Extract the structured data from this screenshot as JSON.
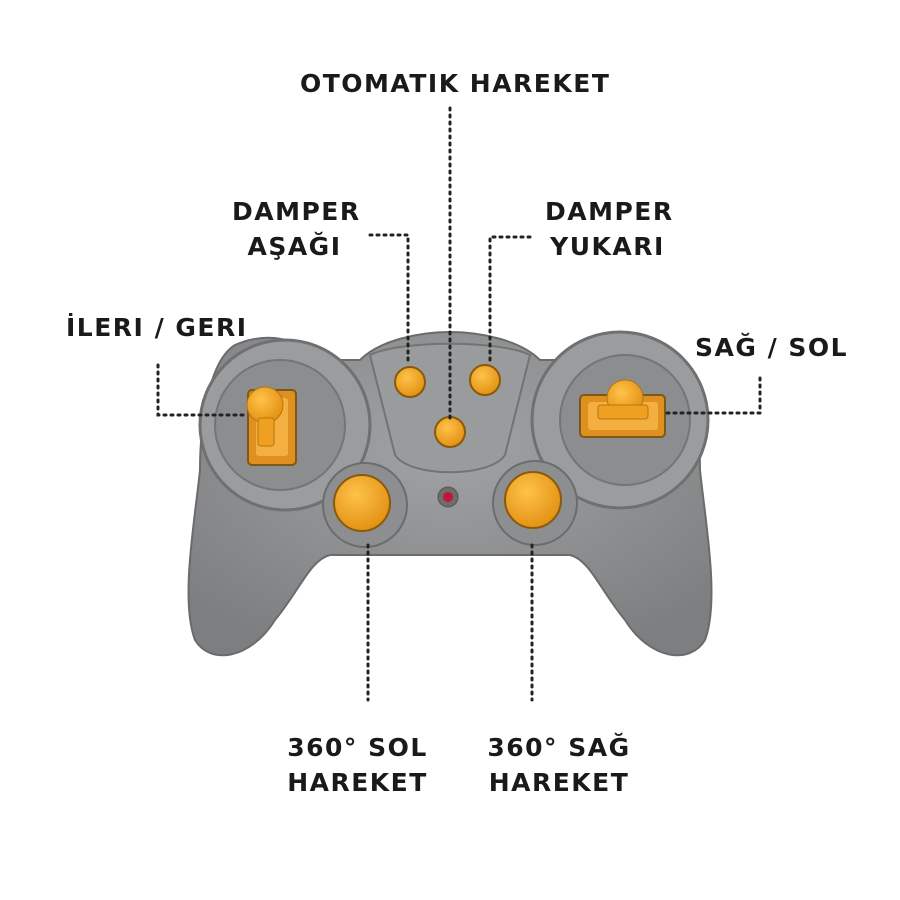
{
  "labels": {
    "otomatik": {
      "line1": "OTOMATIK HAREKET"
    },
    "damper_asagi": {
      "line1": "DAMPER",
      "line2": "AŞAĞI"
    },
    "damper_yukari": {
      "line1": "DAMPER",
      "line2": "YUKARI"
    },
    "ileri_geri": {
      "line1": "İLERI / GERI"
    },
    "sag_sol": {
      "line1": "SAĞ / SOL"
    },
    "sol_hareket": {
      "line1": "360° SOL",
      "line2": "HAREKET"
    },
    "sag_hareket": {
      "line1": "360° SAĞ",
      "line2": "HAREKET"
    }
  },
  "colors": {
    "body": "#8f9091",
    "body_shadow": "#6f7071",
    "accent": "#f0a020",
    "led": "#c0163a",
    "text": "#1a1a1a"
  }
}
